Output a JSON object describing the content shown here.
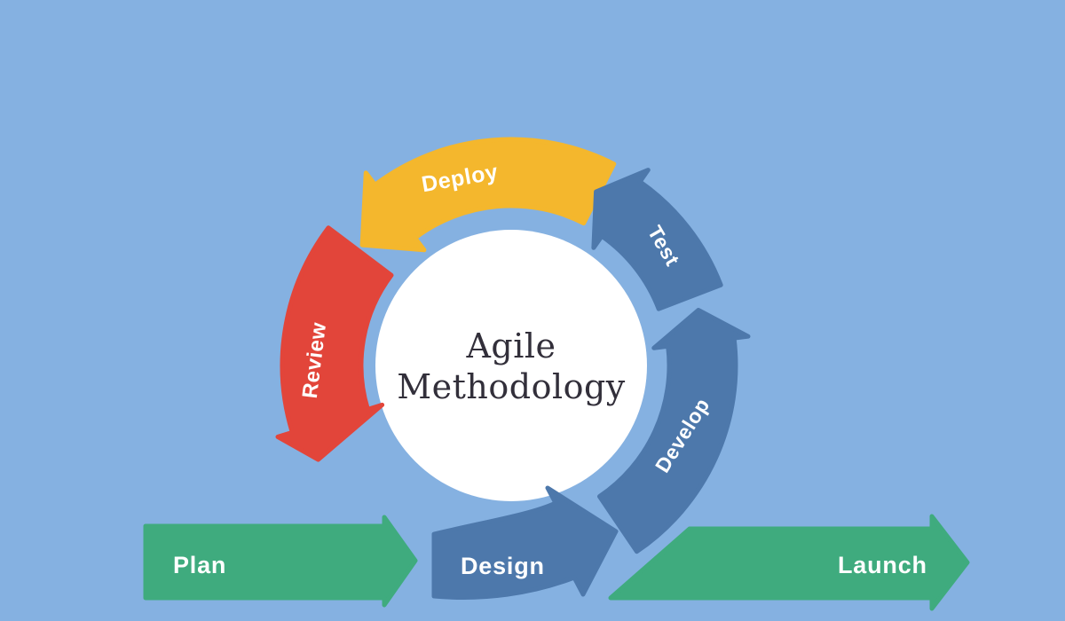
{
  "diagram": {
    "center": {
      "title_line1": "Agile",
      "title_line2": "Methodology"
    },
    "cycle": [
      {
        "label": "Develop",
        "color": "#4d78ab"
      },
      {
        "label": "Test",
        "color": "#4d78ab"
      },
      {
        "label": "Deploy",
        "color": "#f4b72d"
      },
      {
        "label": "Review",
        "color": "#e2453a"
      }
    ],
    "bottom_flow": [
      {
        "label": "Plan",
        "color": "#3fab7e"
      },
      {
        "label": "Design",
        "color": "#4d78ab"
      },
      {
        "label": "Launch",
        "color": "#3fab7e"
      }
    ],
    "colors": {
      "background": "#85b1e1",
      "circle_fill": "#ffffff",
      "title_text": "#322f3a",
      "label_text": "#ffffff"
    }
  }
}
